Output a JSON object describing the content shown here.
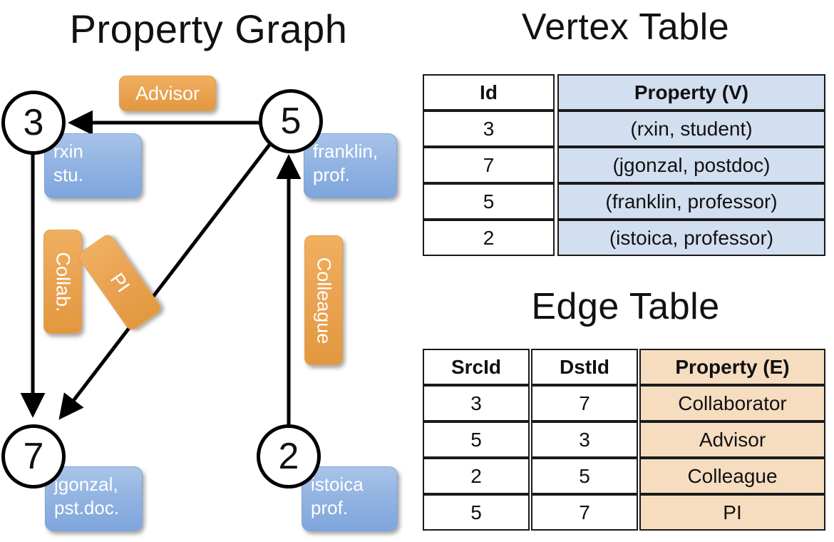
{
  "titles": {
    "property_graph": "Property Graph",
    "vertex_table": "Vertex Table",
    "edge_table": "Edge Table"
  },
  "graph": {
    "nodes": [
      {
        "id": "3",
        "prop_line1": "rxin",
        "prop_line2": "stu."
      },
      {
        "id": "5",
        "prop_line1": "franklin,",
        "prop_line2": "prof."
      },
      {
        "id": "7",
        "prop_line1": "jgonzal,",
        "prop_line2": "pst.doc."
      },
      {
        "id": "2",
        "prop_line1": "istoica",
        "prop_line2": "prof."
      }
    ],
    "edge_labels": {
      "advisor": "Advisor",
      "collab": "Collab.",
      "pi": "PI",
      "colleague": "Colleague"
    }
  },
  "vertex_table": {
    "headers": [
      "Id",
      "Property (V)"
    ],
    "rows": [
      {
        "id": "3",
        "property": "(rxin, student)"
      },
      {
        "id": "7",
        "property": "(jgonzal, postdoc)"
      },
      {
        "id": "5",
        "property": "(franklin, professor)"
      },
      {
        "id": "2",
        "property": "(istoica, professor)"
      }
    ]
  },
  "edge_table": {
    "headers": [
      "SrcId",
      "DstId",
      "Property (E)"
    ],
    "rows": [
      {
        "src": "3",
        "dst": "7",
        "property": "Collaborator"
      },
      {
        "src": "5",
        "dst": "3",
        "property": "Advisor"
      },
      {
        "src": "2",
        "dst": "5",
        "property": "Colleague"
      },
      {
        "src": "5",
        "dst": "7",
        "property": "PI"
      }
    ]
  },
  "colors": {
    "vertex_box": "#8cb0e0",
    "edge_box": "#e9a14f",
    "vertex_table_cell": "#d2dff0",
    "edge_table_cell": "#f6ddc0",
    "stroke": "#000000"
  }
}
